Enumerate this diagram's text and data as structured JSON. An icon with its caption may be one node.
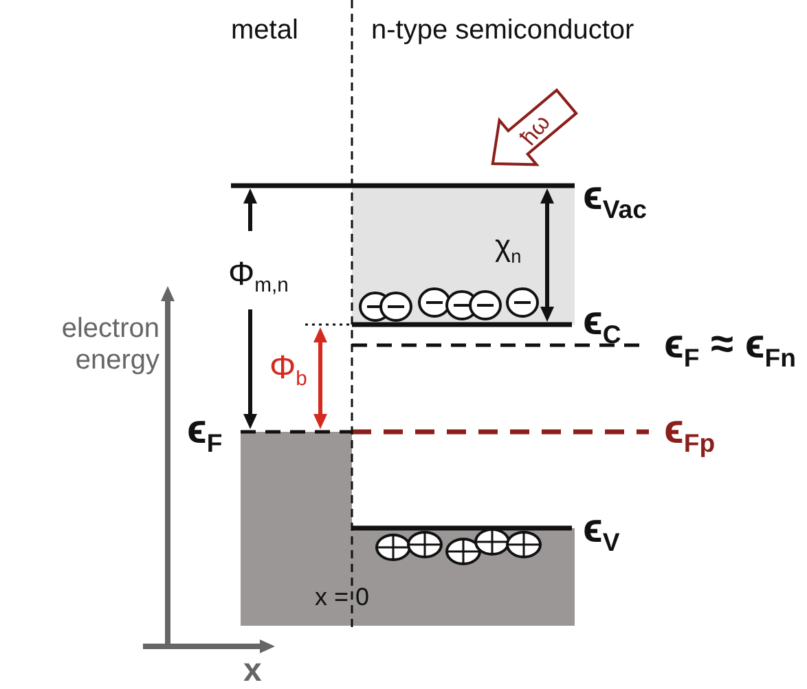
{
  "diagram": {
    "labels": [
      "metal",
      "n-type semiconductor",
      "ħω",
      "ϵ$_{Vac}$",
      "χ$_{n}$",
      "Φ$_{m,n}$",
      "ϵ$_{C}$",
      "ϵ$_{F}$ ≈ ϵ$_{Fn}$",
      "Φ$_{b}$",
      "electron energy",
      "ϵ$_{F}$",
      "ϵ$_{Fp}$",
      "ϵ$_{V}$",
      "x = 0",
      "x"
    ]
  }
}
